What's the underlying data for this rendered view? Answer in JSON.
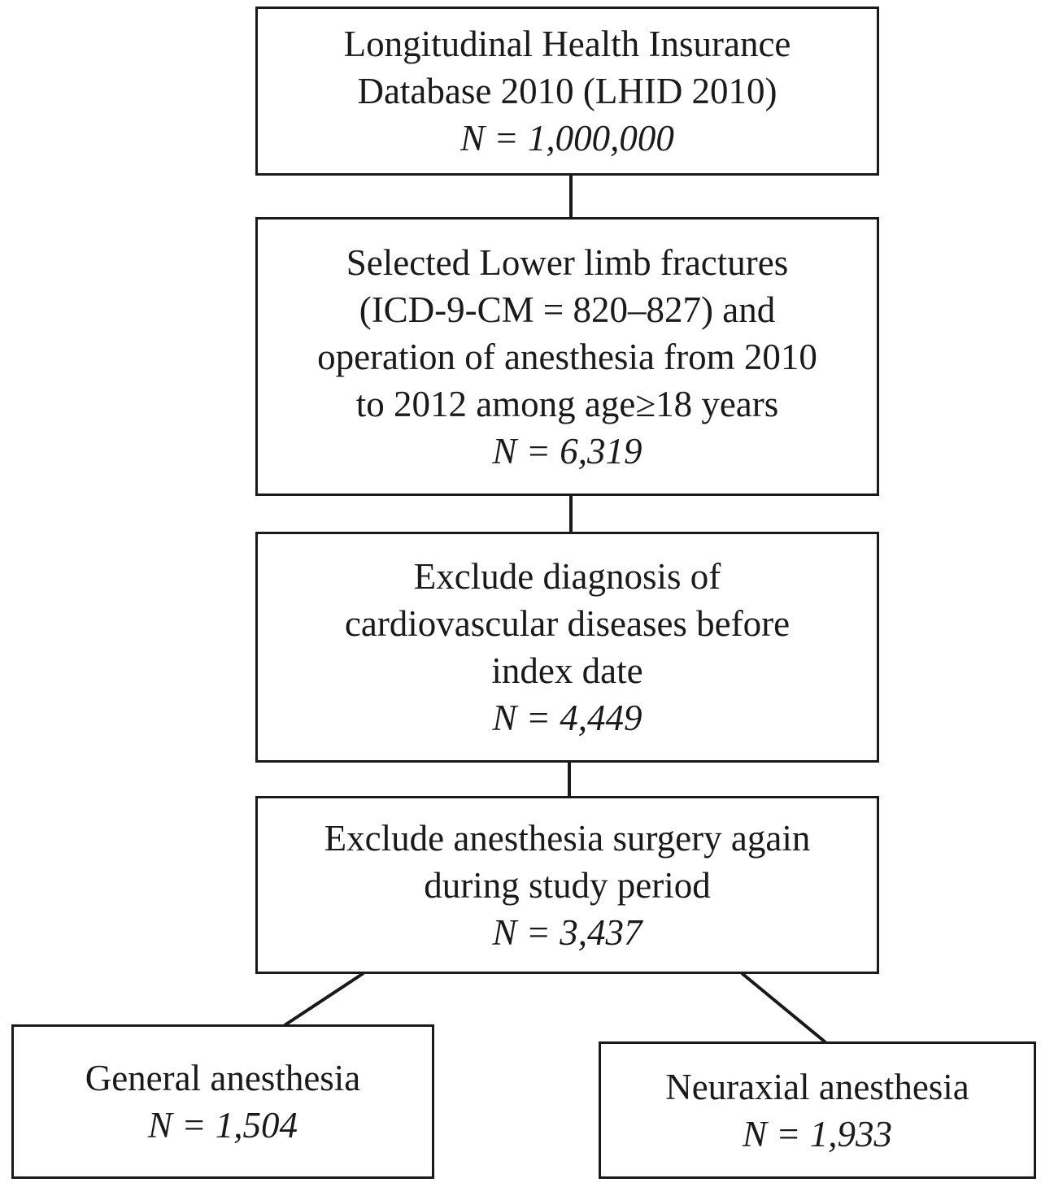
{
  "flowchart": {
    "source": {
      "lines": [
        "Longitudinal Health Insurance",
        "Database 2010 (LHID 2010)"
      ],
      "n": "N = 1,000,000"
    },
    "selected": {
      "lines": [
        "Selected Lower limb fractures",
        "(ICD-9-CM = 820–827) and",
        "operation of anesthesia from 2010",
        "to 2012 among age≥18 years"
      ],
      "n": "N = 6,319"
    },
    "exclude_cvd": {
      "lines": [
        "Exclude diagnosis of",
        "cardiovascular diseases before",
        "index date"
      ],
      "n": "N = 4,449"
    },
    "exclude_surgery": {
      "lines": [
        "Exclude anesthesia surgery again",
        "during study period"
      ],
      "n": "N = 3,437"
    },
    "general": {
      "lines": [
        "General anesthesia"
      ],
      "n": "N = 1,504"
    },
    "neuraxial": {
      "lines": [
        "Neuraxial anesthesia"
      ],
      "n": "N = 1,933"
    }
  }
}
